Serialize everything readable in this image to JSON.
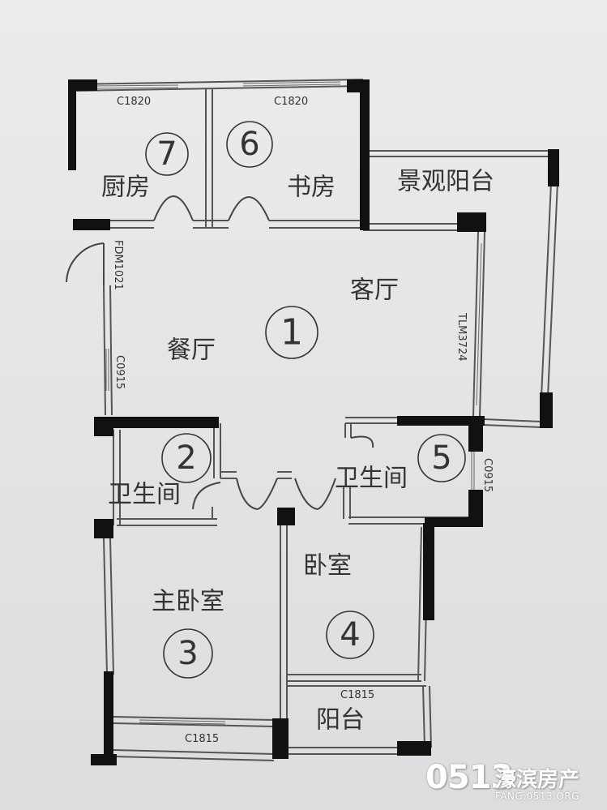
{
  "rooms": {
    "kitchen": {
      "label": "厨房",
      "number": "7"
    },
    "study": {
      "label": "书房",
      "number": "6"
    },
    "view_balcony": {
      "label": "景观阳台"
    },
    "living": {
      "label": "客厅",
      "number": "1"
    },
    "dining": {
      "label": "餐厅"
    },
    "bath_left": {
      "label": "卫生间",
      "number": "2"
    },
    "bath_right": {
      "label": "卫生间",
      "number": "5"
    },
    "master_bedroom": {
      "label": "主卧室",
      "number": "3"
    },
    "bedroom": {
      "label": "卧室",
      "number": "4"
    },
    "balcony": {
      "label": "阳台"
    }
  },
  "openings": {
    "kitchen_window": "C1820",
    "study_window": "C1820",
    "entry_door": "FDM1021",
    "dining_window": "C0915",
    "sliding_door": "TLM3724",
    "bath_window": "C0915",
    "balcony_window": "C1815",
    "master_window": "C1815"
  },
  "watermark": {
    "logo": "0513",
    "brand": "濠滨房产",
    "url": "FANG.0513.ORG"
  }
}
